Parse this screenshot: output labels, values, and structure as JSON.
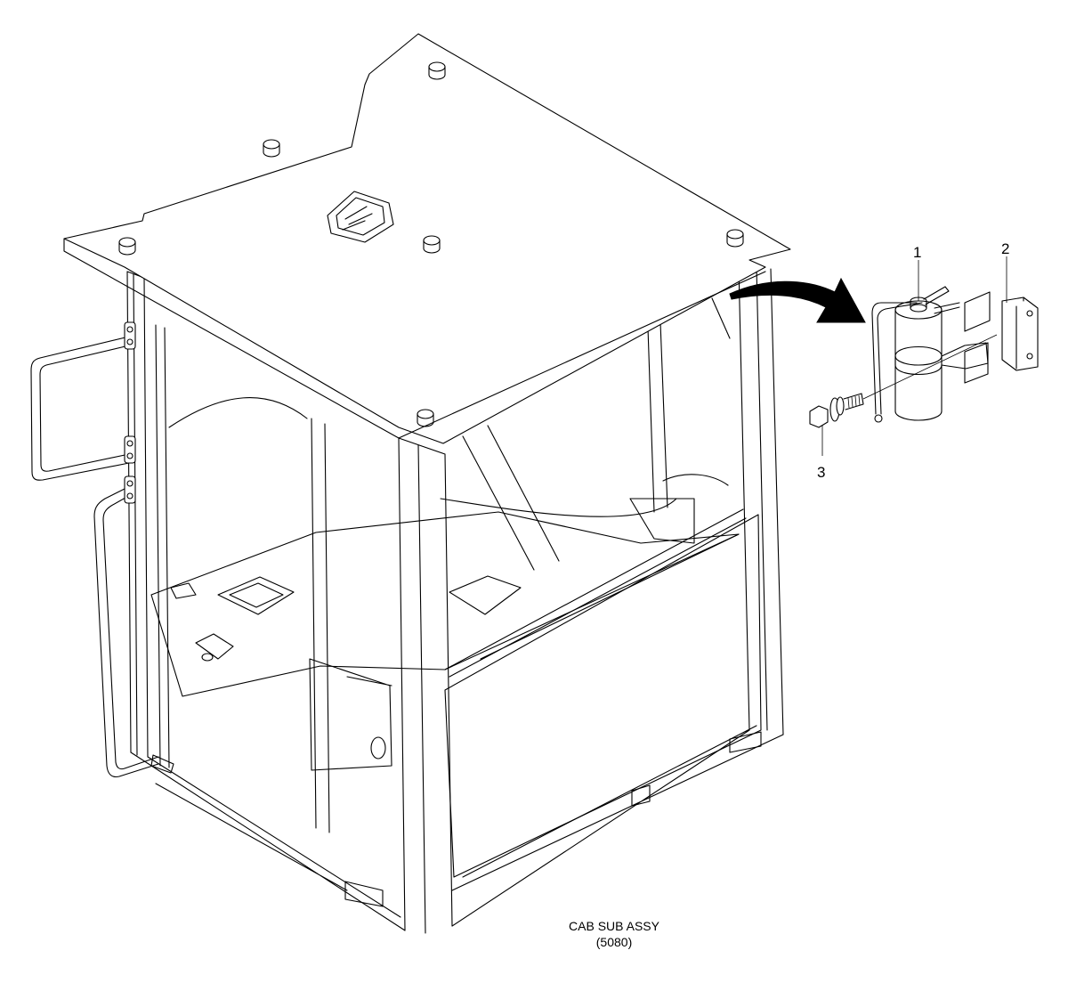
{
  "callouts": [
    {
      "id": "1",
      "label": "1"
    },
    {
      "id": "2",
      "label": "2"
    },
    {
      "id": "3",
      "label": "3"
    }
  ],
  "caption": {
    "title": "CAB SUB ASSY",
    "code": "(5080)"
  }
}
